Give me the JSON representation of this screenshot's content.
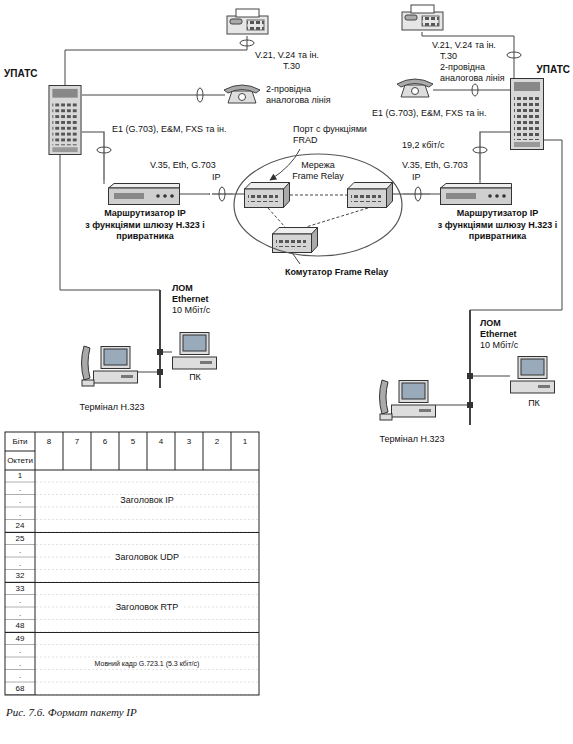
{
  "diagram": {
    "caption": "Рис. 7.6. Формат пакету IP",
    "nodes": [
      {
        "text": [
          "УПАТС"
        ]
      },
      {
        "text": [
          "УПАТС"
        ]
      },
      {
        "text": [
          "Маршрутизатор IP",
          "з функціями шлюзу H.323 і привратника"
        ]
      },
      {
        "text": [
          "Мережа Frame Relay"
        ]
      },
      {
        "text": [
          "Маршрутизатор IP",
          "з функціями шлюзу H.323 і привратника"
        ]
      },
      {
        "text": [
          "Комутатор Frame Relay"
        ],
        "in": 3
      },
      {
        "text": [
          "ПК"
        ]
      },
      {
        "text": [
          "Термінал H.323"
        ]
      },
      {
        "text": [
          "ПК"
        ]
      },
      {
        "text": [
          "Термінал H.323"
        ]
      }
    ],
    "edges": [
      {
        "from": 0,
        "to": 2,
        "arrow": "none"
      },
      {
        "from": 2,
        "to": 3,
        "arrow": "none"
      },
      {
        "from": 3,
        "to": 4,
        "arrow": "none"
      },
      {
        "from": 1,
        "to": 4,
        "arrow": "none"
      }
    ],
    "labels": [
      "V.21, V.24 та ін.",
      "T.30",
      "2-провідна аналогова лінія",
      "E1 (G.703), E&M, FXS та ін.",
      "V.21, V.24 та ін.",
      "T.30",
      "2-провідна аналогова лінія",
      "E1 (G.703), E&M, FXS та ін.",
      "Порт с функціями FRAD",
      "V.35, Eth, G.703",
      "IP",
      "V.35, Eth, G.703",
      "IP",
      "19,2 кбіт/с",
      "ЛОМ",
      "Ethernet",
      "10 Мбіт/с",
      "ЛОМ",
      "Ethernet",
      "10 Мбіт/с",
      "Біти",
      "Октети",
      "8",
      "7",
      "6",
      "5",
      "4",
      "3",
      "2",
      "1",
      "1",
      ".",
      ".",
      ".",
      "24",
      "Заголовок IP",
      "25",
      ".",
      ".",
      "32",
      "Заголовок UDP",
      "33",
      ".",
      ".",
      "48",
      "Заголовок RTP",
      "49",
      ".",
      ".",
      ".",
      "68",
      "Мовний кадр G.723.1 (5.3 кбіт/с)"
    ]
  }
}
